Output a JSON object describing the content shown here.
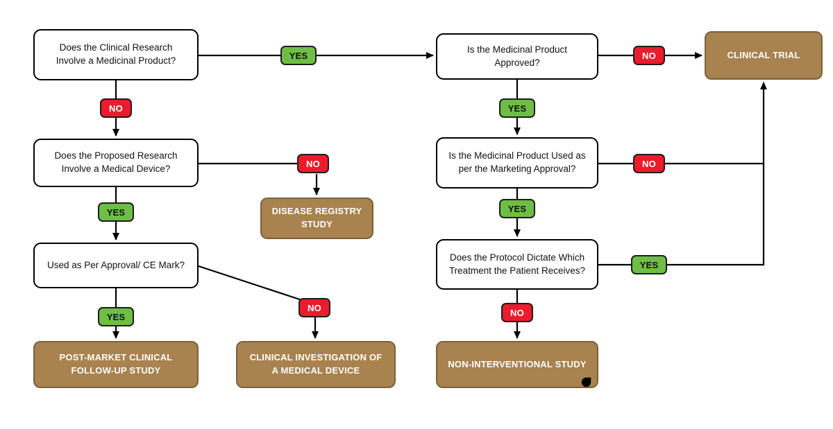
{
  "colors": {
    "yes_green": "#6EBE45",
    "no_red": "#EB1C2D",
    "terminal_brown": "#A8824F",
    "terminal_border": "#7D6039",
    "line_black": "#000000",
    "box_border": "#000000"
  },
  "labels": {
    "yes": "YES",
    "no": "NO"
  },
  "questions": {
    "medicinal_product": "Does the Clinical Research Involve a Medicinal Product?",
    "medical_device": "Does the Proposed Research Involve a Medical Device?",
    "ce_mark": "Used as Per Approval/ CE Mark?",
    "product_approved": "Is the Medicinal Product Approved?",
    "marketing_approval": "Is the Medicinal Product Used as per the Marketing Approval?",
    "protocol_dictates": "Does the Protocol Dictate Which Treatment the Patient Receives?"
  },
  "outcomes": {
    "disease_registry": "DISEASE REGISTRY STUDY",
    "post_market": "POST-MARKET CLINICAL FOLLOW-UP STUDY",
    "clinical_investigation": "CLINICAL INVESTIGATION OF A MEDICAL DEVICE",
    "clinical_trial": "CLINICAL TRIAL",
    "non_interventional": "NON-INTERVENTIONAL STUDY"
  }
}
